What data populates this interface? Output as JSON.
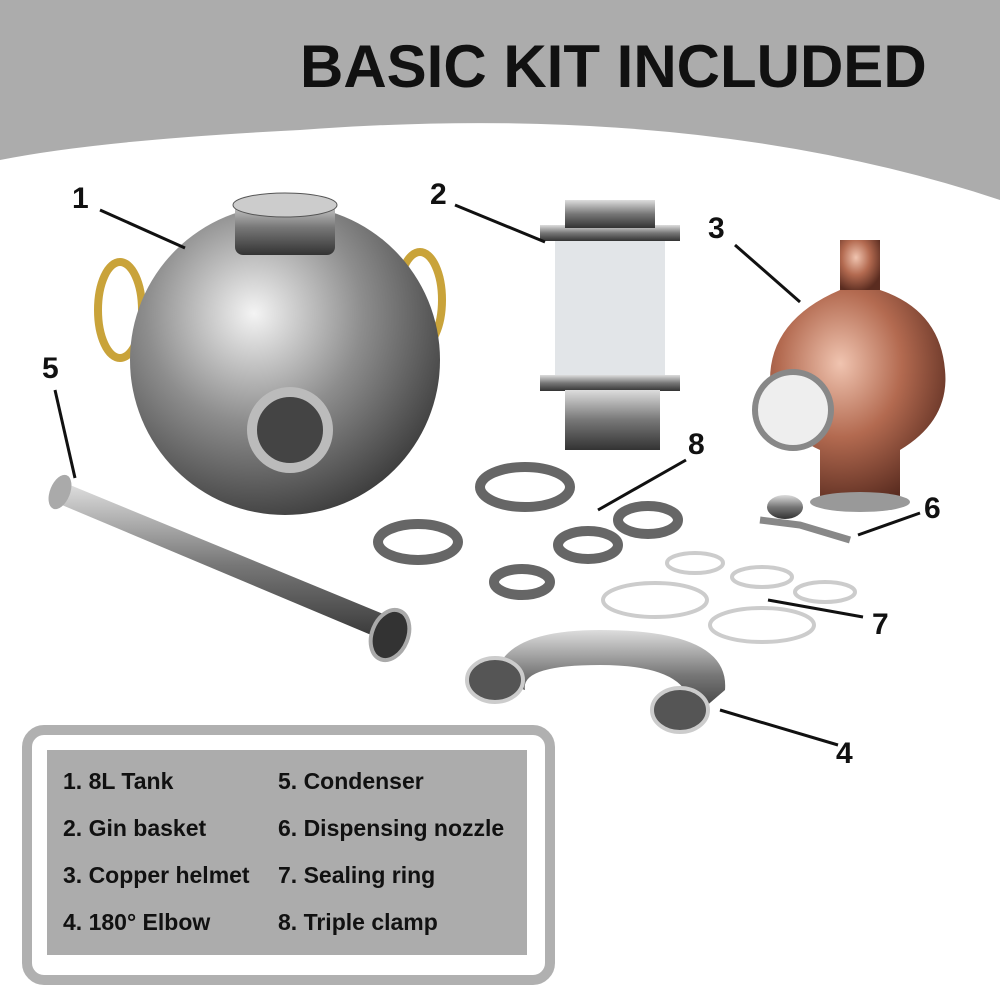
{
  "title": "BASIC KIT INCLUDED",
  "callouts": [
    "1",
    "2",
    "3",
    "4",
    "5",
    "6",
    "7",
    "8"
  ],
  "legend": {
    "items": [
      "1. 8L Tank",
      "2. Gin basket",
      "3. Copper helmet",
      "4. 180° Elbow",
      "5. Condenser",
      "6. Dispensing nozzle",
      "7. Sealing ring",
      "8. Triple clamp"
    ]
  },
  "colors": {
    "band": "#acacac",
    "legend_border": "#b0b0b0",
    "copper": "#b36a50",
    "steel": "#8a8a8a"
  }
}
